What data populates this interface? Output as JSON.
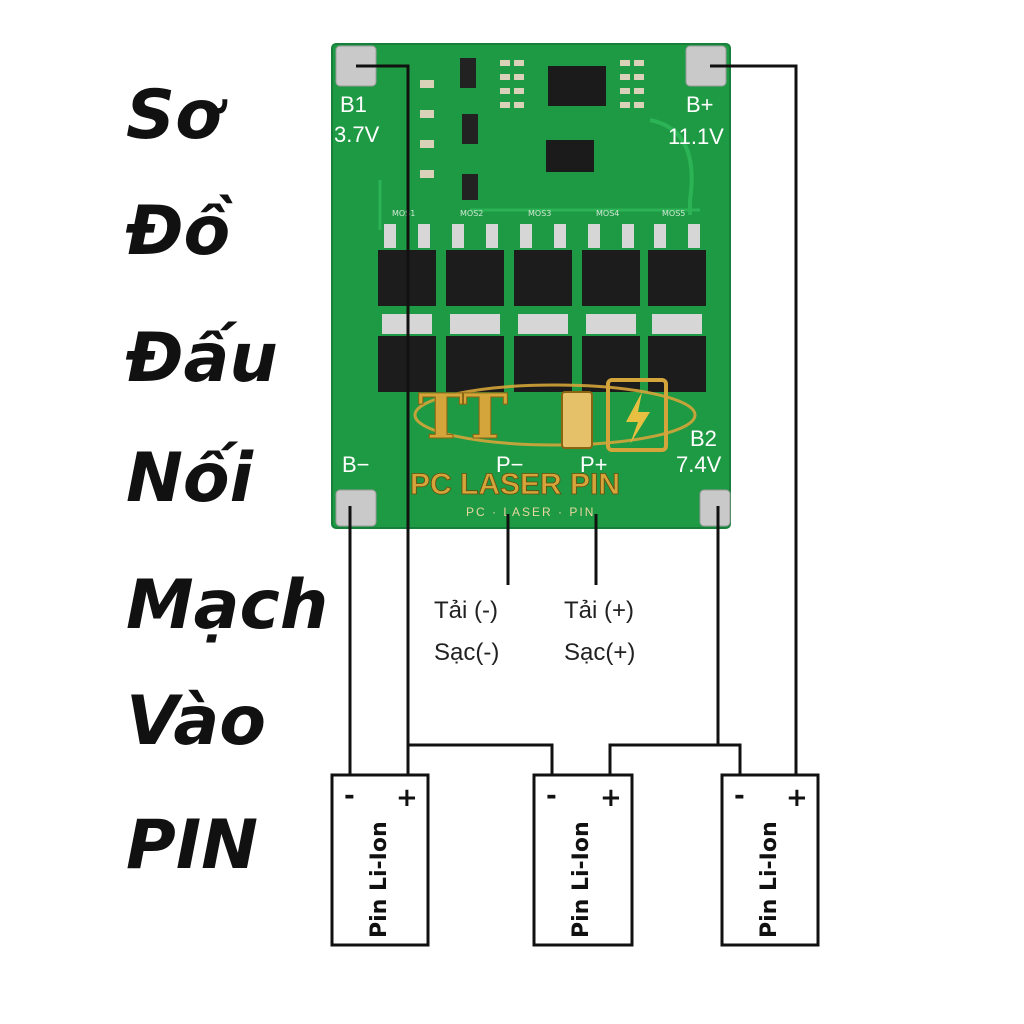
{
  "title_words": [
    "Sơ",
    "Đồ",
    "Đấu",
    "Nối",
    "Mạch",
    "Vào",
    "PIN"
  ],
  "board": {
    "color": "#1f9a44",
    "pads": {
      "b1": "B1",
      "b1_voltage": "3.7V",
      "bplus": "B+",
      "bplus_voltage": "11.1V",
      "bminus": "B−",
      "pminus": "P−",
      "pplus": "P+",
      "b2": "B2",
      "b2_voltage": "7.4V"
    },
    "component_labels": [
      "MOS1",
      "MOS2",
      "MOS3",
      "MOS4",
      "MOS5"
    ]
  },
  "watermark": {
    "logo": "TT",
    "brand": "PC LASER PIN",
    "tagline": "PC · LASER · PIN",
    "color": "#d4a53a"
  },
  "labels": {
    "load_minus": "Tải (-)",
    "charge_minus": "Sạc(-)",
    "load_plus": "Tải (+)",
    "charge_plus": "Sạc(+)"
  },
  "cells": [
    {
      "minus": "-",
      "plus": "+",
      "name": "Pin Li-Ion"
    },
    {
      "minus": "-",
      "plus": "+",
      "name": "Pin Li-Ion"
    },
    {
      "minus": "-",
      "plus": "+",
      "name": "Pin Li-Ion"
    }
  ]
}
